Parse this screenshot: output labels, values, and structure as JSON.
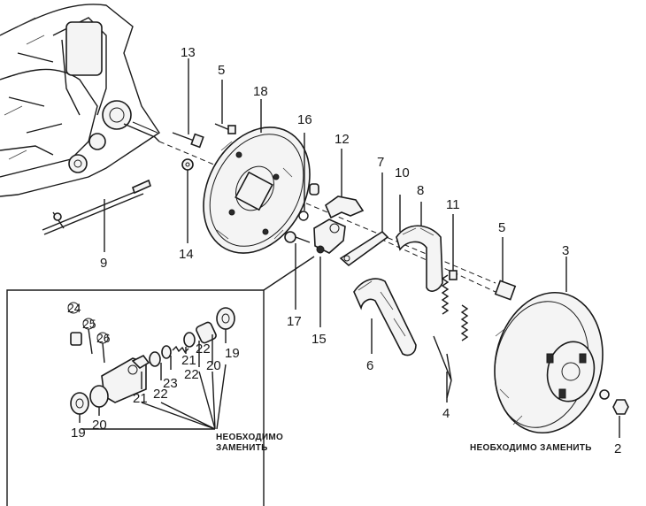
{
  "callouts": {
    "n13": "13",
    "n5a": "5",
    "n18": "18",
    "n16": "16",
    "n12": "12",
    "n7": "7",
    "n10": "10",
    "n8": "8",
    "n11": "11",
    "n5b": "5",
    "n3": "3",
    "n14": "14",
    "n9": "9",
    "n17": "17",
    "n15": "15",
    "n6": "6",
    "n4": "4",
    "n2": "2",
    "n24": "24",
    "n25": "25",
    "n26": "26",
    "n19a": "19",
    "n20a": "20",
    "n21a": "21",
    "n22a": "22",
    "n23": "23",
    "n21b": "21",
    "n22b": "22",
    "n20b": "20",
    "n19b": "19",
    "n22c": "22"
  },
  "notes": {
    "inset_replace_line1": "НЕОБХОДИМО",
    "inset_replace_line2": "ЗАМЕНИТЬ",
    "drum_replace": "НЕОБХОДИМО ЗАМЕНИТЬ"
  }
}
